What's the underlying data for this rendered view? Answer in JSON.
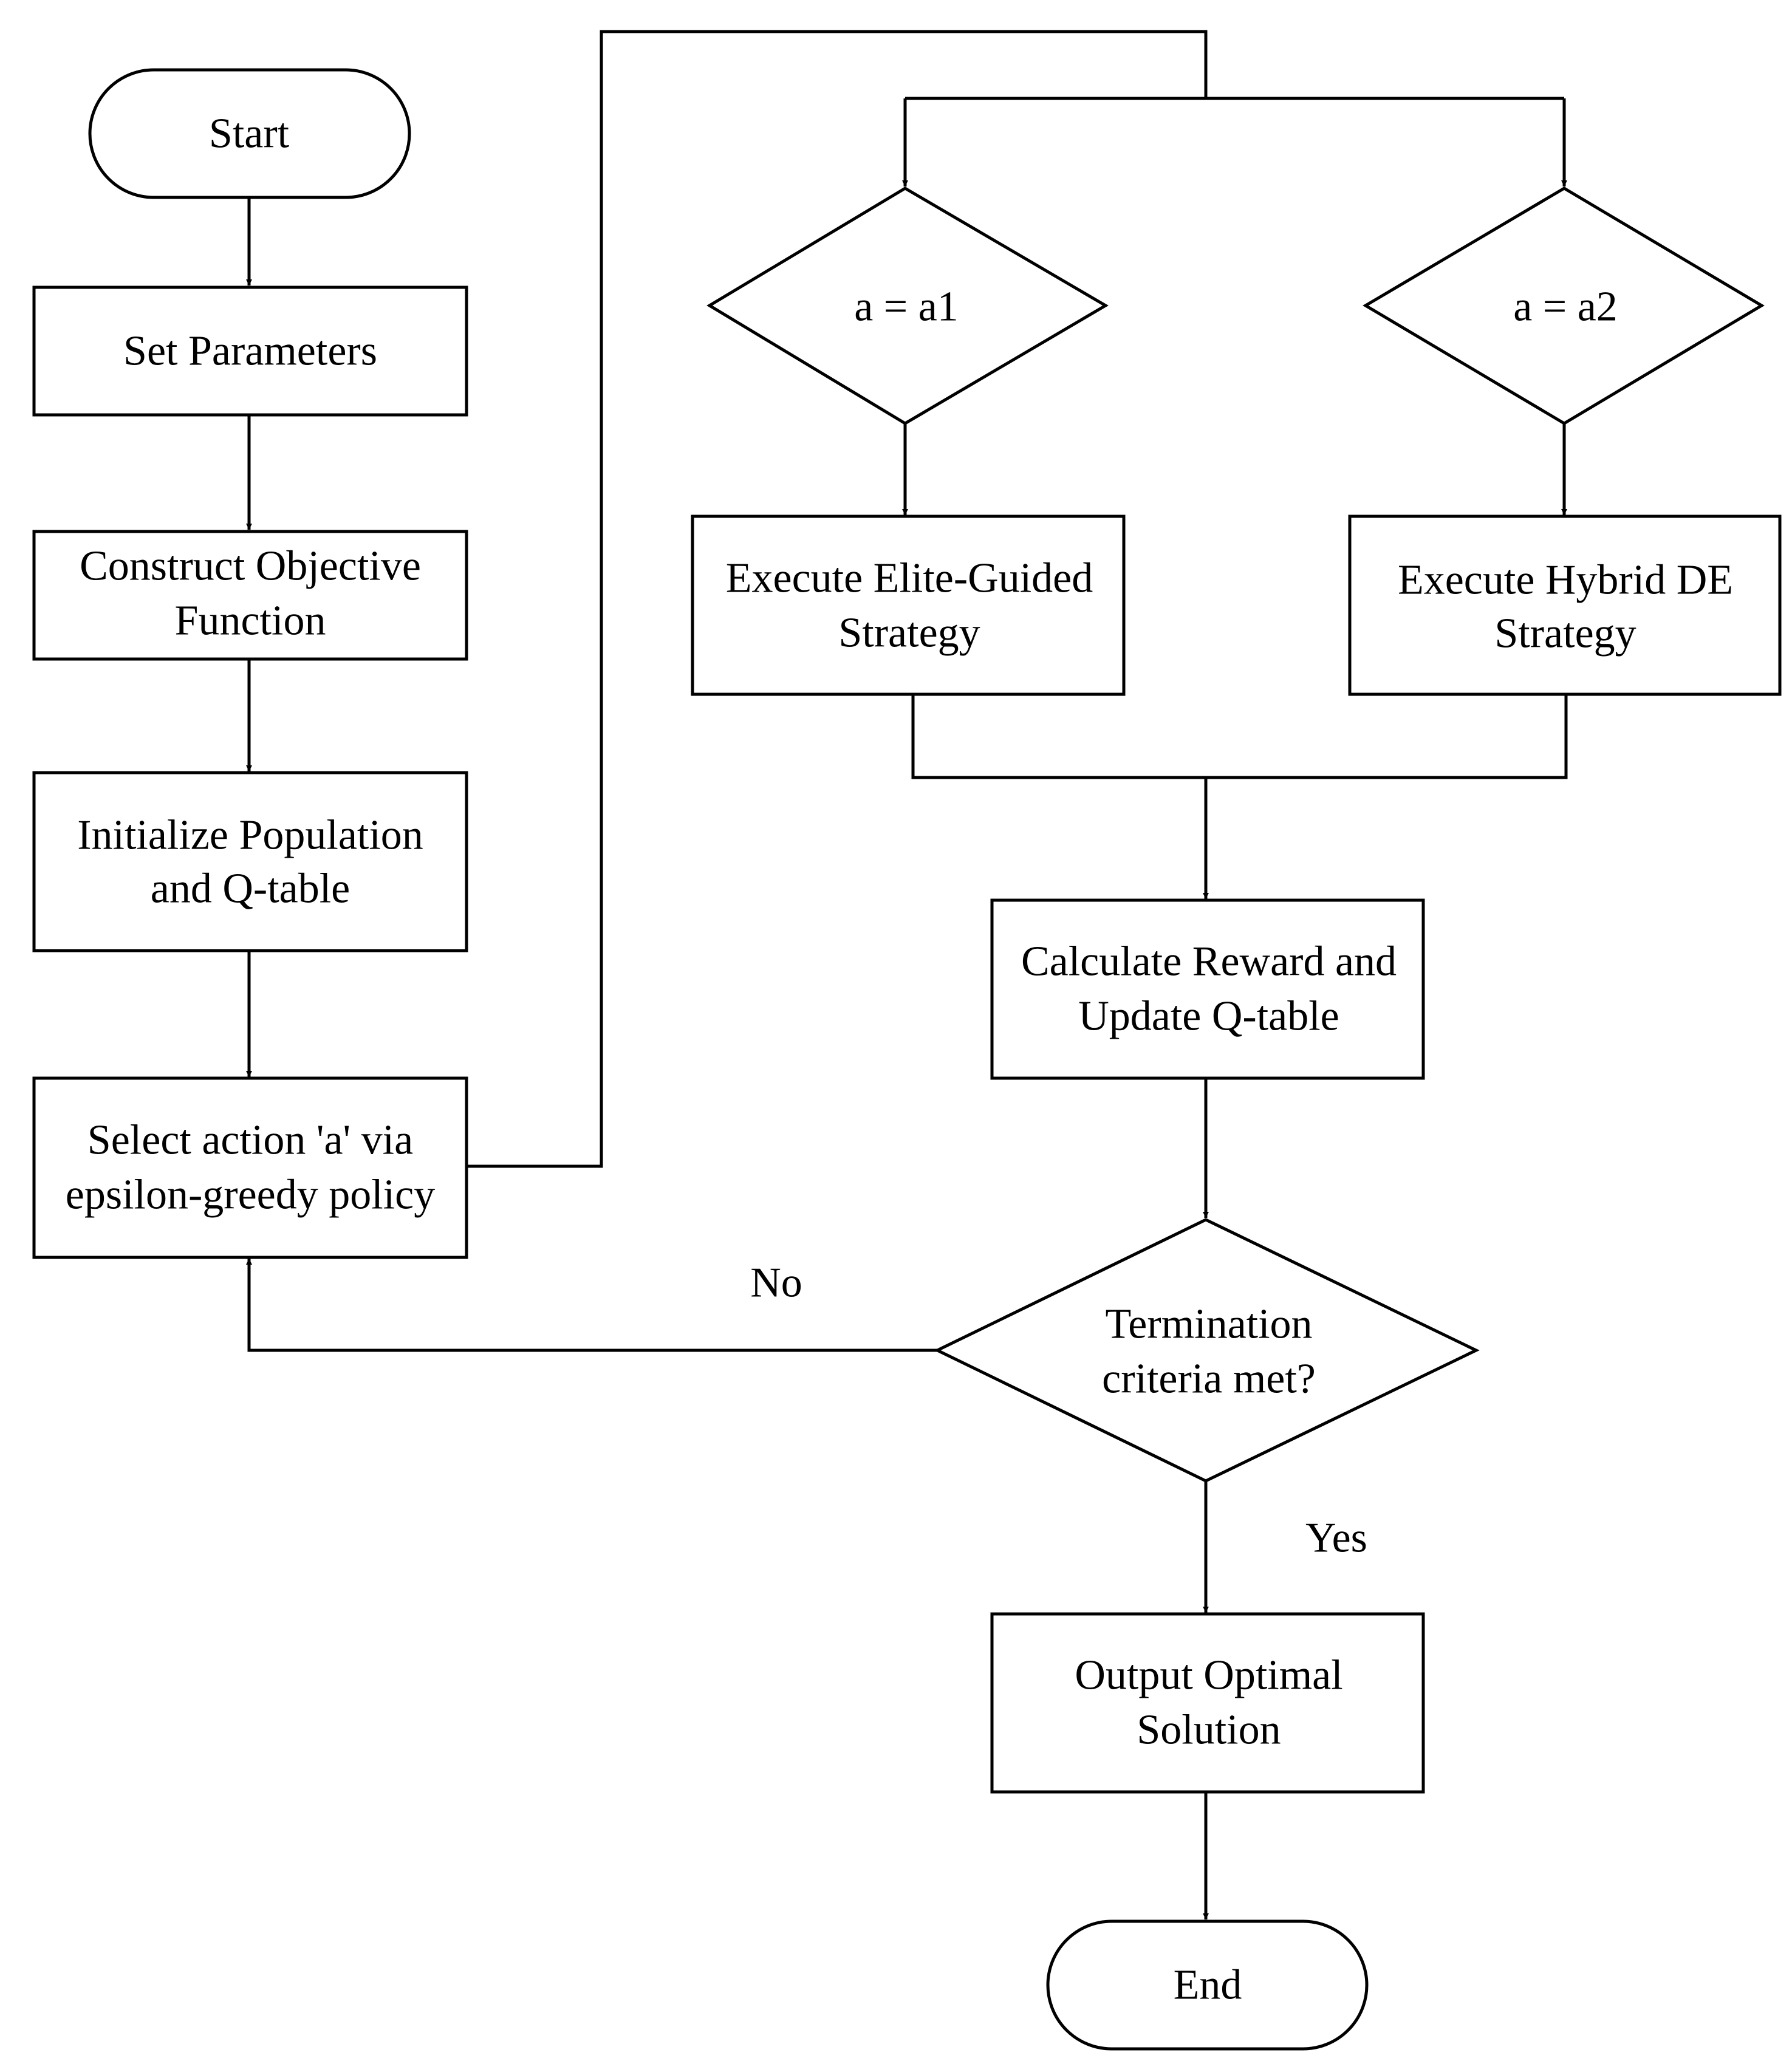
{
  "flowchart": {
    "start": "Start",
    "set_parameters": "Set Parameters",
    "construct_objective": [
      "Construct Objective",
      "Function"
    ],
    "initialize_population": [
      "Initialize Population",
      "and Q-table"
    ],
    "select_action": [
      "Select action 'a' via",
      "epsilon-greedy policy"
    ],
    "decision_a1": "a = a1",
    "decision_a2": "a = a2",
    "elite_guided": [
      "Execute Elite-Guided",
      "Strategy"
    ],
    "hybrid_de": [
      "Execute Hybrid DE",
      "Strategy"
    ],
    "calculate_reward": [
      "Calculate Reward and",
      "Update Q-table"
    ],
    "termination": [
      "Termination",
      "criteria met?"
    ],
    "no_label": "No",
    "yes_label": "Yes",
    "output_optimal": [
      "Output Optimal",
      "Solution"
    ],
    "end": "End"
  }
}
